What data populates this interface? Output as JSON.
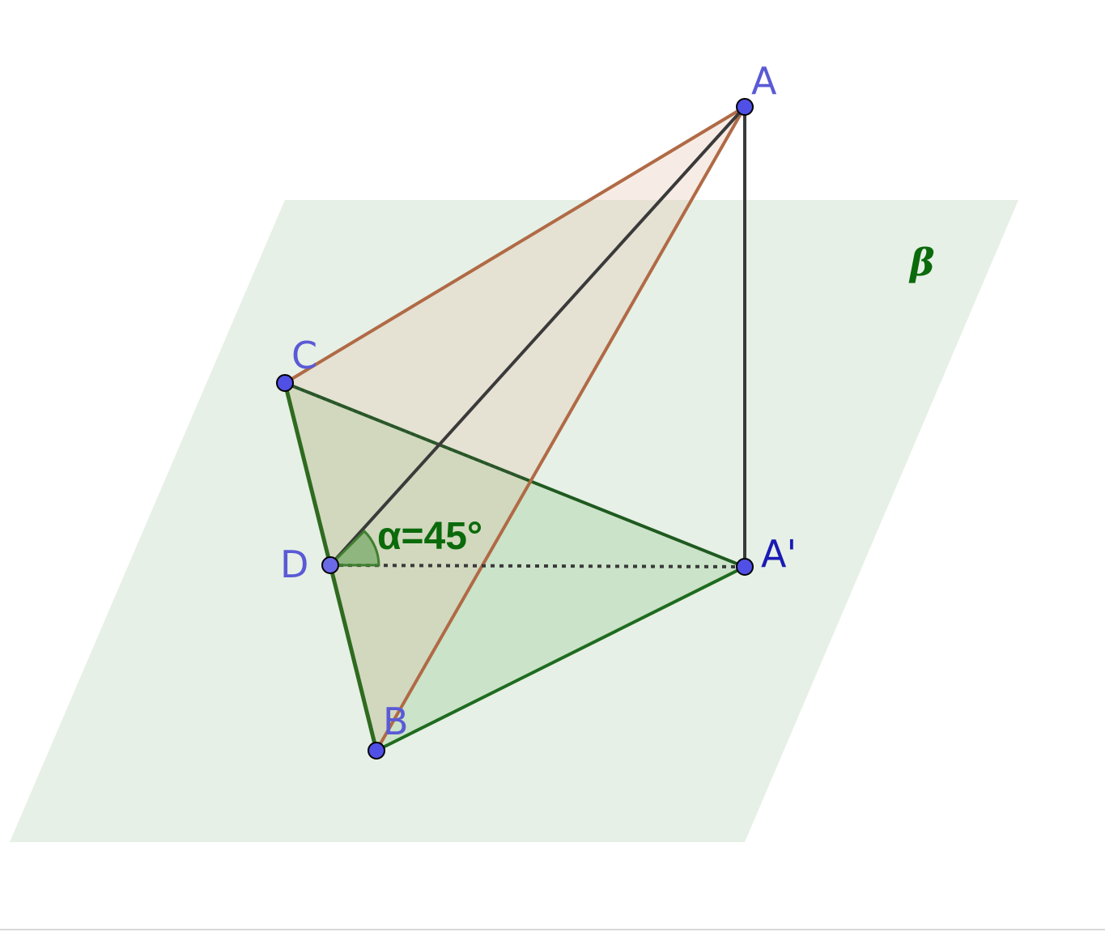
{
  "diagram": {
    "plane_label": "β",
    "angle_label": "α=45°",
    "points": {
      "A": "A",
      "A_prime": "A'",
      "B": "B",
      "C": "C",
      "D": "D"
    }
  },
  "colors": {
    "plane_fill": "#e6f0e6",
    "base_triangle_fill": "#c9e3c6",
    "side_face_fill": "#e8cbb9",
    "green_edge": "#2f6b1f",
    "brown_edge": "#b06a45",
    "dark_edge": "#3a3a3a",
    "point_fill": "#5050e6",
    "point_stroke": "#000000",
    "angle_arc": "#4f8f3f"
  }
}
